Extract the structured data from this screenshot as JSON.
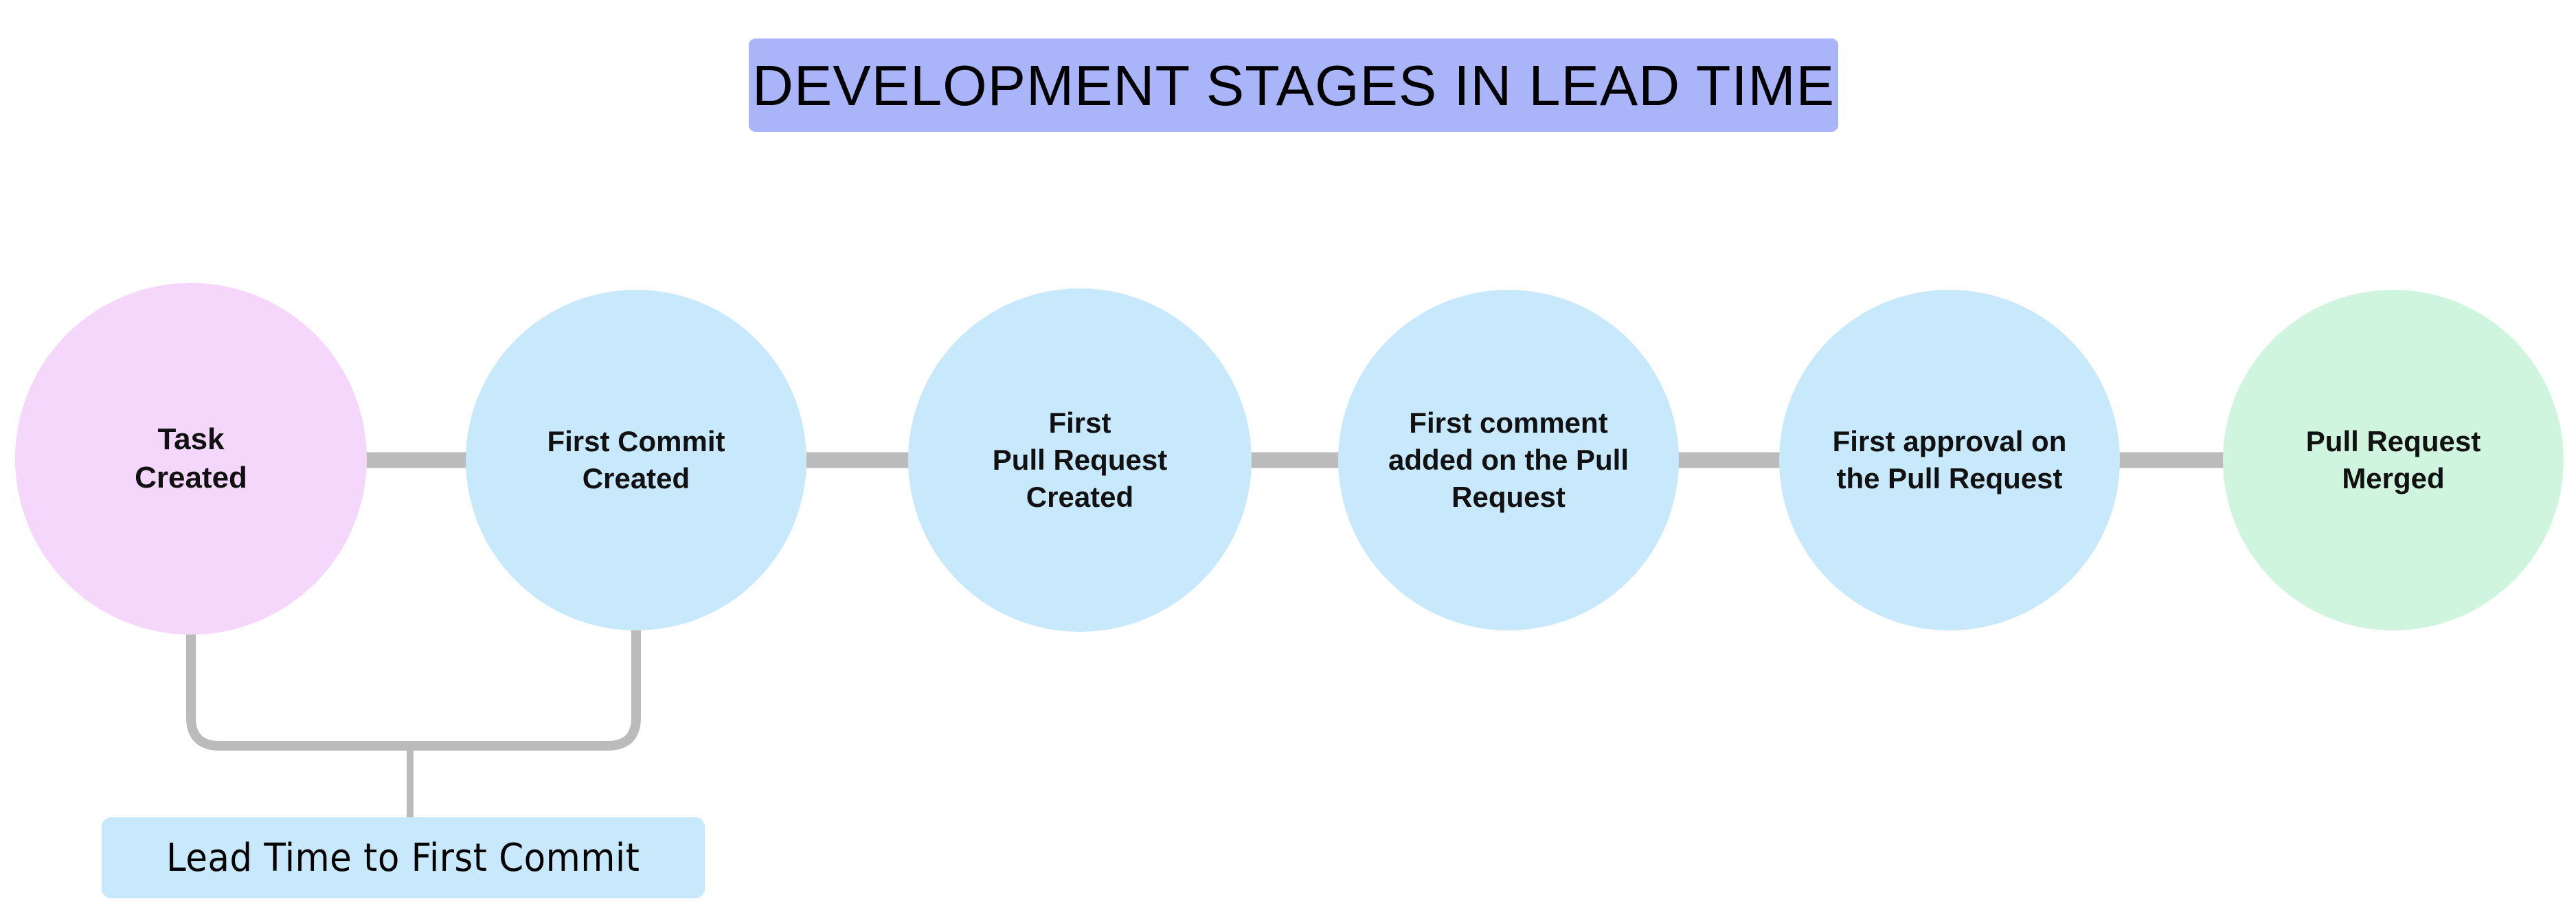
{
  "diagram": {
    "title": "DEVELOPMENT STAGES IN LEAD TIME",
    "title_bg": "#aab4f8",
    "background": "#ffffff",
    "connector_color": "#bbbbbb",
    "stages": [
      {
        "id": "task-created",
        "label": "Task\nCreated",
        "color": "#f4d7fb",
        "order": 1
      },
      {
        "id": "first-commit-created",
        "label": "First Commit\nCreated",
        "color": "#c8e8fc",
        "order": 2
      },
      {
        "id": "first-pull-request-created",
        "label": "First\nPull Request\nCreated",
        "color": "#c8e8fc",
        "order": 3
      },
      {
        "id": "first-comment-added",
        "label": "First comment\nadded on the Pull\nRequest",
        "color": "#c8e8fc",
        "order": 4
      },
      {
        "id": "first-approval",
        "label": "First approval on\nthe Pull Request",
        "color": "#c8e8fc",
        "order": 5
      },
      {
        "id": "pull-request-merged",
        "label": "Pull Request\nMerged",
        "color": "#d0f5de",
        "order": 6
      }
    ],
    "measurements": [
      {
        "id": "lead-time-to-first-commit",
        "label": "Lead Time to First Commit",
        "color": "#c8e8fc",
        "spans_from": "task-created",
        "spans_to": "first-commit-created"
      }
    ]
  }
}
